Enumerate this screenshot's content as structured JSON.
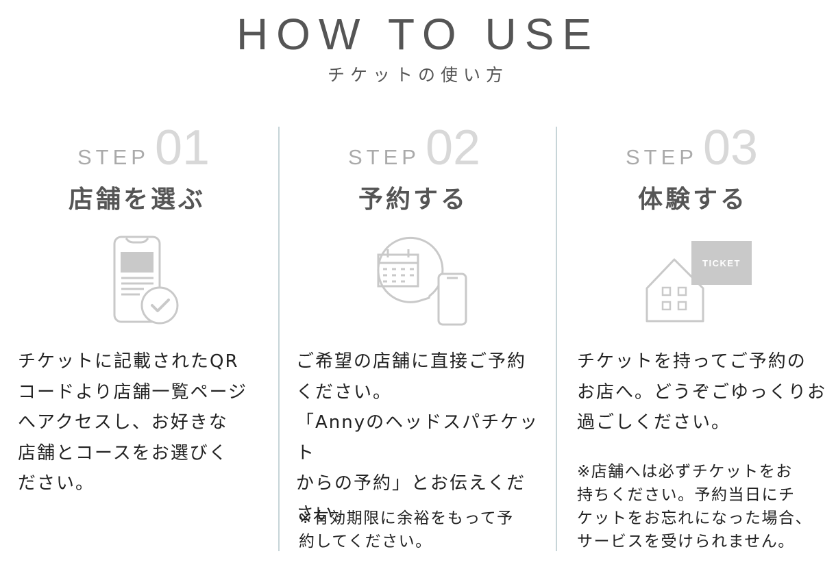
{
  "heading": {
    "title": "HOW TO USE",
    "subtitle": "チケットの使い方"
  },
  "steps": [
    {
      "label": "STEP",
      "number": "01",
      "title": "店舗を選ぶ",
      "icon": "phone-checklist-icon",
      "lines": [
        "チケットに記載されたQR",
        "コードより店舗一覧ページ",
        "へアクセスし、お好きな",
        "店舗とコースをお選びく",
        "ださい。"
      ],
      "note_lines": []
    },
    {
      "label": "STEP",
      "number": "02",
      "title": "予約する",
      "icon": "calendar-phone-icon",
      "lines": [
        "ご希望の店舗に直接ご予約",
        "ください。",
        "「Annyのヘッドスパチケット",
        "からの予約」とお伝えくだ",
        "さい。"
      ],
      "note_lines": [
        "※有効期限に余裕をもって予",
        "約してください。"
      ]
    },
    {
      "label": "STEP",
      "number": "03",
      "title": "体験する",
      "icon": "house-ticket-icon",
      "ticket_label": "TICKET",
      "lines": [
        "チケットを持ってご予約の",
        "お店へ。どうぞごゆっくりお",
        "過ごしください。"
      ],
      "note_lines": [
        "※店舗へは必ずチケットをお",
        "持ちください。予約当日にチ",
        "ケットをお忘れになった場合、",
        "サービスを受けられません。"
      ]
    }
  ],
  "colors": {
    "heading": "#555555",
    "step_number": "#d8d8d8",
    "divider": "#c7d5d8",
    "icon_stroke": "#c9c9c9"
  }
}
